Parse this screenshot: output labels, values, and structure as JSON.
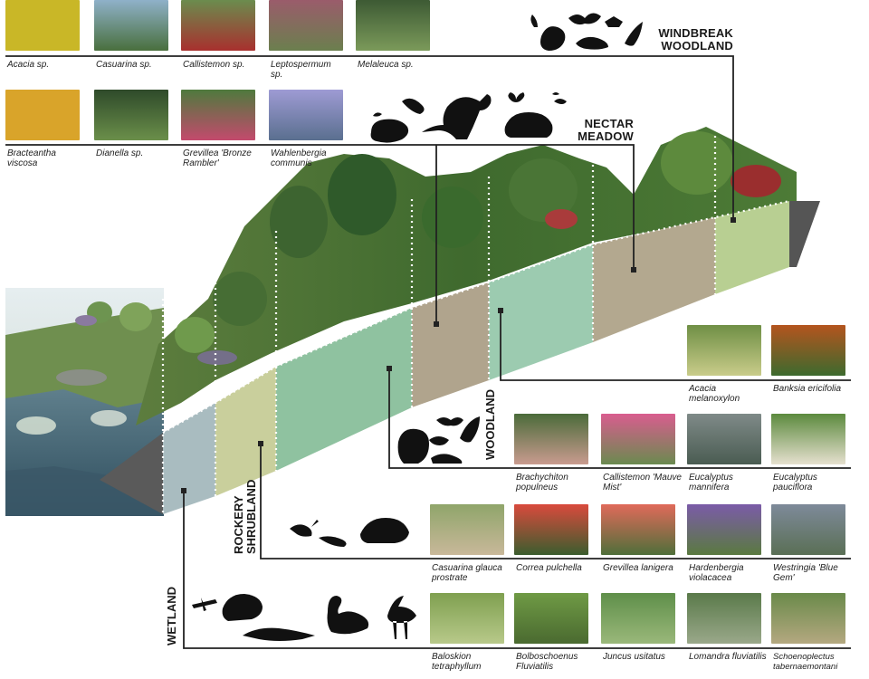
{
  "zones": {
    "windbreak": {
      "line1": "WINDBREAK",
      "line2": "WOODLAND"
    },
    "nectar": {
      "line1": "NECTAR",
      "line2": "MEADOW"
    },
    "woodland": "WOODLAND",
    "rockery": {
      "line1": "ROCKERY",
      "line2": "SHRUBLAND"
    },
    "wetland": "WETLAND"
  },
  "plants": {
    "windbreak": [
      "Acacia sp.",
      "Casuarina sp.",
      "Callistemon sp.",
      "Leptospermum sp.",
      "Melaleuca sp."
    ],
    "nectar": [
      "Bracteantha viscosa",
      "Dianella sp.",
      "Grevillea 'Bronze Rambler'",
      "Wahlenbergia communis"
    ],
    "woodland_top": [
      "Acacia melanoxylon",
      "Banksia ericifolia"
    ],
    "woodland": [
      "Brachychiton populneus",
      "Callistemon 'Mauve Mist'",
      "Eucalyptus mannifera",
      "Eucalyptus pauciflora"
    ],
    "rockery": [
      "Casuarina glauca prostrate",
      "Correa pulchella",
      "Grevillea lanigera",
      "Hardenbergia violacacea",
      "Westringia 'Blue Gem'"
    ],
    "wetland": [
      "Baloskion tetraphyllum",
      "Bolboschoenus Fluviatilis",
      "Juncus usitatus",
      "Lomandra fluviatilis",
      "Schoenoplectus tabernaemontani"
    ]
  },
  "colors": {
    "wetland": "#a9bcc0",
    "rockery": "#c9cf9c",
    "woodland": "#8fc2a0",
    "nectar": "#b0a48d",
    "woodland2": "#9ccbb0",
    "nectar2": "#b3a88f",
    "windbreak": "#b8cf92",
    "line": "#222222"
  }
}
